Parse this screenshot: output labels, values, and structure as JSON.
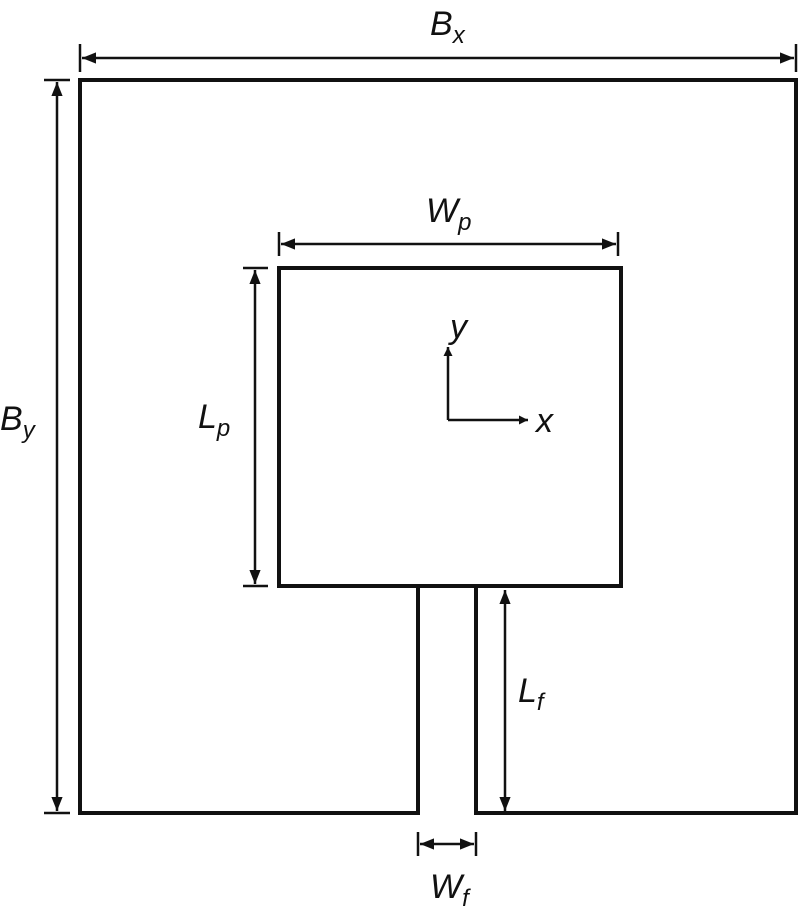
{
  "labels": {
    "bx": {
      "main": "B",
      "sub": "x"
    },
    "by": {
      "main": "B",
      "sub": "y"
    },
    "wp": {
      "main": "W",
      "sub": "p"
    },
    "lp": {
      "main": "L",
      "sub": "p"
    },
    "lf": {
      "main": "L",
      "sub": "f"
    },
    "wf": {
      "main": "W",
      "sub": "f"
    },
    "axis_x": "x",
    "axis_y": "y"
  },
  "colors": {
    "line": "#111111",
    "background": "#ffffff"
  }
}
